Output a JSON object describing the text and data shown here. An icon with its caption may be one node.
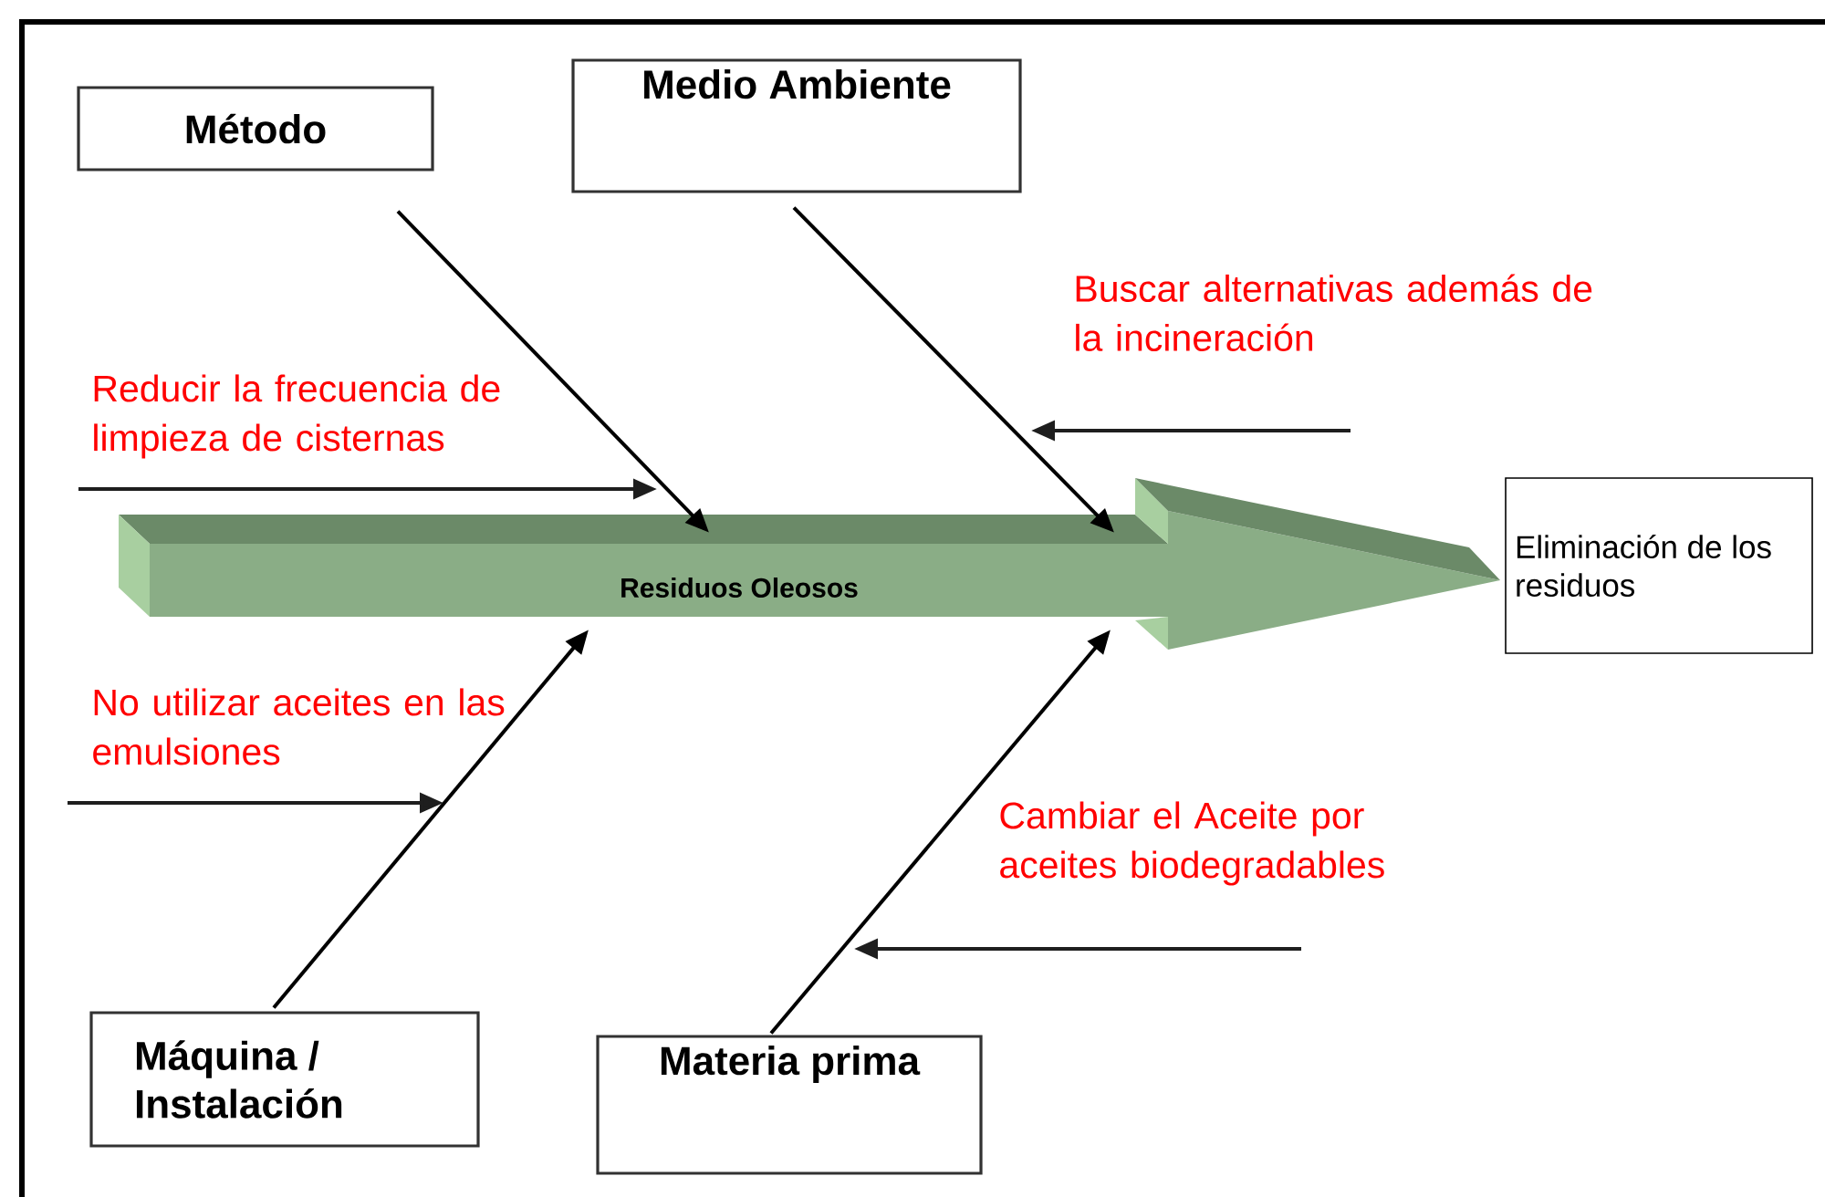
{
  "diagram": {
    "nodes": [
      {
        "text": [
          "Método"
        ]
      },
      {
        "text": [
          "Medio Ambiente"
        ]
      },
      {
        "text": [
          "Residuos Oleosos"
        ]
      },
      {
        "text": [
          "Eliminación de los residuos"
        ]
      },
      {
        "text": [
          "Máquina / Instalación"
        ]
      },
      {
        "text": [
          "Materia prima"
        ]
      }
    ],
    "edges": [
      {
        "from": 0,
        "to": 2,
        "arrow": "to"
      },
      {
        "from": 1,
        "to": 2,
        "arrow": "to"
      },
      {
        "from": 4,
        "to": 2,
        "arrow": "to"
      },
      {
        "from": 5,
        "to": 2,
        "arrow": "to"
      }
    ],
    "labels": [
      "Buscar alternativas además de la incineración",
      "Reducir la frecuencia de limpieza de cisternas",
      "No utilizar aceites en las emulsiones",
      "Cambiar el Aceite por aceites biodegradables"
    ]
  }
}
